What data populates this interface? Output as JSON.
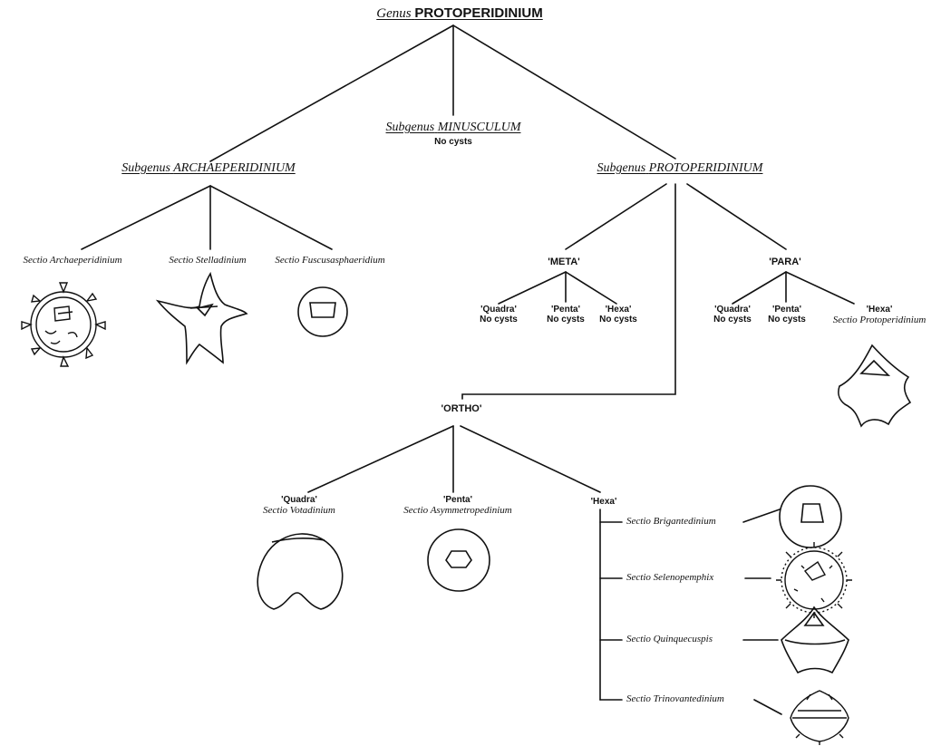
{
  "genus": {
    "prefix": "Genus",
    "name": "PROTOPERIDINIUM"
  },
  "subgenera": {
    "minusculum": {
      "prefix": "Subgenus",
      "name": "MINUSCULUM",
      "note": "No cysts"
    },
    "archaeperidinium": {
      "prefix": "Subgenus",
      "name": "ARCHAEPERIDINIUM"
    },
    "protoperidinium": {
      "prefix": "Subgenus",
      "name": "PROTOPERIDINIUM"
    }
  },
  "archae_sections": [
    {
      "label": "Sectio Archaeperidinium"
    },
    {
      "label": "Sectio Stelladinium"
    },
    {
      "label": "Sectio Fuscusasphaeridium"
    }
  ],
  "groups": {
    "meta": "'META'",
    "para": "'PARA'",
    "ortho": "'ORTHO'"
  },
  "meta_children": [
    {
      "name": "'Quadra'",
      "note": "No cysts"
    },
    {
      "name": "'Penta'",
      "note": "No cysts"
    },
    {
      "name": "'Hexa'",
      "note": "No cysts"
    }
  ],
  "para_children": [
    {
      "name": "'Quadra'",
      "note": "No cysts"
    },
    {
      "name": "'Penta'",
      "note": "No cysts"
    },
    {
      "name": "'Hexa'",
      "note": "Sectio Protoperidinium"
    }
  ],
  "ortho_children": [
    {
      "name": "'Quadra'",
      "note": "Sectio Votadinium"
    },
    {
      "name": "'Penta'",
      "note": "Sectio Asymmetropedinium"
    },
    {
      "name": "'Hexa'"
    }
  ],
  "hexa_sections": [
    {
      "label": "Sectio Brigantedinium"
    },
    {
      "label": "Sectio Selenopemphix"
    },
    {
      "label": "Sectio Quinquecuspis"
    },
    {
      "label": "Sectio Trinovantedinium"
    }
  ]
}
